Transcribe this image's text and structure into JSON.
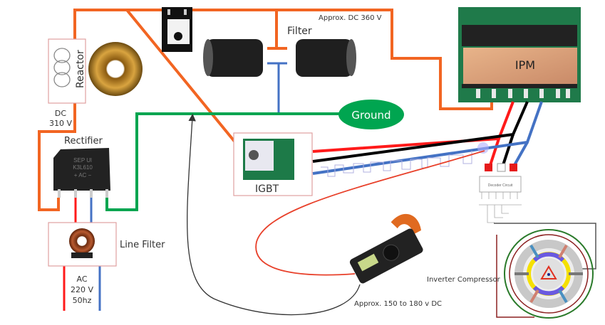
{
  "labels": {
    "reactor": "Reactor",
    "dc310_line1": "DC",
    "dc310_line2": "310 V",
    "rectifier": "Rectifier",
    "rectifier_marking_1": "SEP Ul",
    "rectifier_marking_2": "K3L610",
    "rectifier_marking_3": "+ AC −",
    "line_filter": "Line Filter",
    "ac_line1": "AC",
    "ac_line2": "220 V",
    "ac_line3": "50hz",
    "filter": "Filter",
    "approx_dc_360": "Approx. DC 360 V",
    "ground": "Ground",
    "igbt": "IGBT",
    "ipm": "IPM",
    "decoder_circuit": "Decoder Circuit",
    "inverter_compressor": "Inverter Compressor",
    "approx_150_180": "Approx. 150 to 180 v DC"
  },
  "colors": {
    "positive_wire": "#f26522",
    "ground_wire": "#00a550",
    "neutral_wire": "#4472c4",
    "phase_red": "#ff1a1a",
    "phase_black": "#000000",
    "phase_blue": "#4472c4",
    "ground_badge": "#00a550",
    "box_border": "#e0a0a0",
    "probe_wire": "#e8402a"
  }
}
